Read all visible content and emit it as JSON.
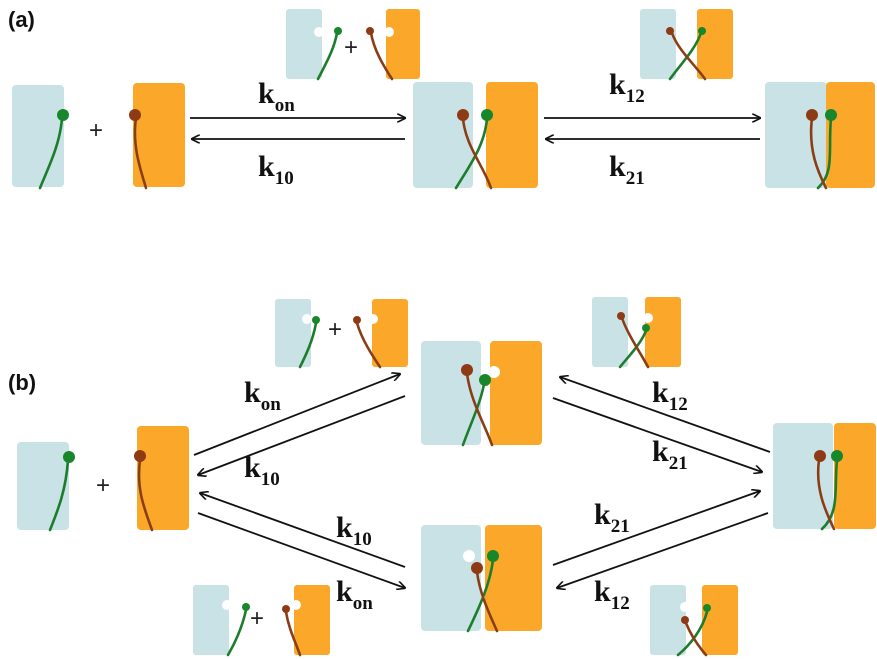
{
  "panels": {
    "a": {
      "label": "(a)"
    },
    "b": {
      "label": "(b)"
    }
  },
  "plus_sign": "+",
  "rates": {
    "a_kon": {
      "base": "k",
      "sub": "on"
    },
    "a_k10": {
      "base": "k",
      "sub": "10"
    },
    "a_k12": {
      "base": "k",
      "sub": "12"
    },
    "a_k21": {
      "base": "k",
      "sub": "21"
    },
    "b_kon_top": {
      "base": "k",
      "sub": "on"
    },
    "b_k10_top": {
      "base": "k",
      "sub": "10"
    },
    "b_k12_top": {
      "base": "k",
      "sub": "12"
    },
    "b_k21_top": {
      "base": "k",
      "sub": "21"
    },
    "b_k10_bot": {
      "base": "k",
      "sub": "10"
    },
    "b_kon_bot": {
      "base": "k",
      "sub": "on"
    },
    "b_k21_bot": {
      "base": "k",
      "sub": "21"
    },
    "b_k12_bot": {
      "base": "k",
      "sub": "12"
    }
  },
  "colors": {
    "blue_block": "#c9e2e6",
    "orange_block": "#fba82a",
    "green_strand": "#1d7d2c",
    "brown_strand": "#8b3e16"
  }
}
